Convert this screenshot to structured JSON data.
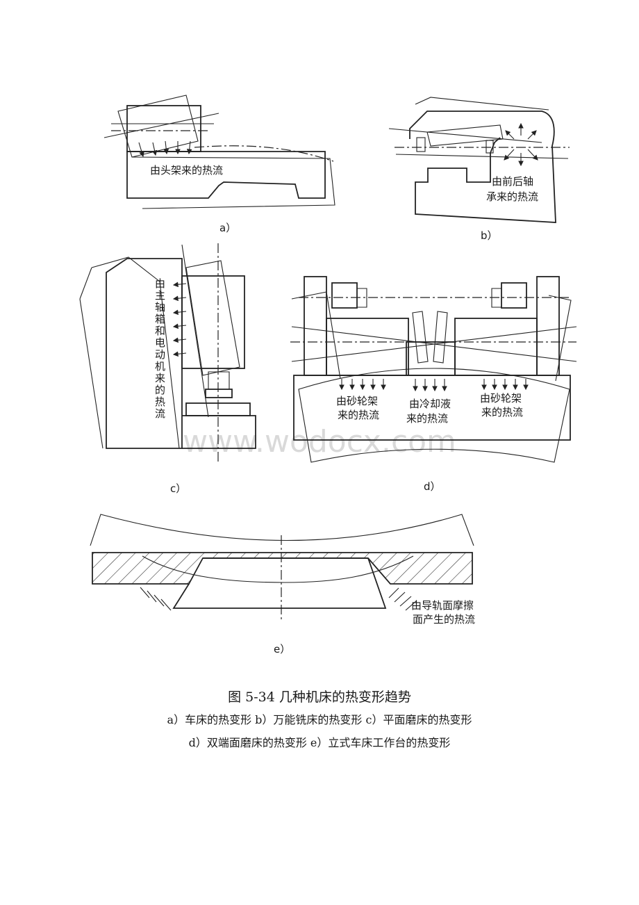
{
  "figure": {
    "panels": [
      {
        "label": "a）",
        "annotations": [
          "由头架来的热流"
        ]
      },
      {
        "label": "b）",
        "annotations": [
          "由前后轴",
          "承来的热流"
        ]
      },
      {
        "label": "c）",
        "annotations": [
          "由主轴箱和电动机来的热流"
        ]
      },
      {
        "label": "d）",
        "annotations": [
          "由砂轮架",
          "来的热流",
          "由冷却液",
          "来的热流",
          "由砂轮架",
          "来的热流"
        ]
      },
      {
        "label": "e）",
        "annotations": [
          "由导轨面摩擦",
          "面产生的热流"
        ]
      }
    ],
    "watermark": "www.wodocx.com"
  },
  "caption": {
    "title": "图 5-34   几种机床的热变形趋势",
    "line1": "a）车床的热变形   b）万能铣床的热变形   c）平面磨床的热变形",
    "line2": "d）双端面磨床的热变形   e）立式车床工作台的热变形"
  },
  "colors": {
    "line": "#222222",
    "background": "#ffffff",
    "watermark": "#d9d9d9"
  }
}
